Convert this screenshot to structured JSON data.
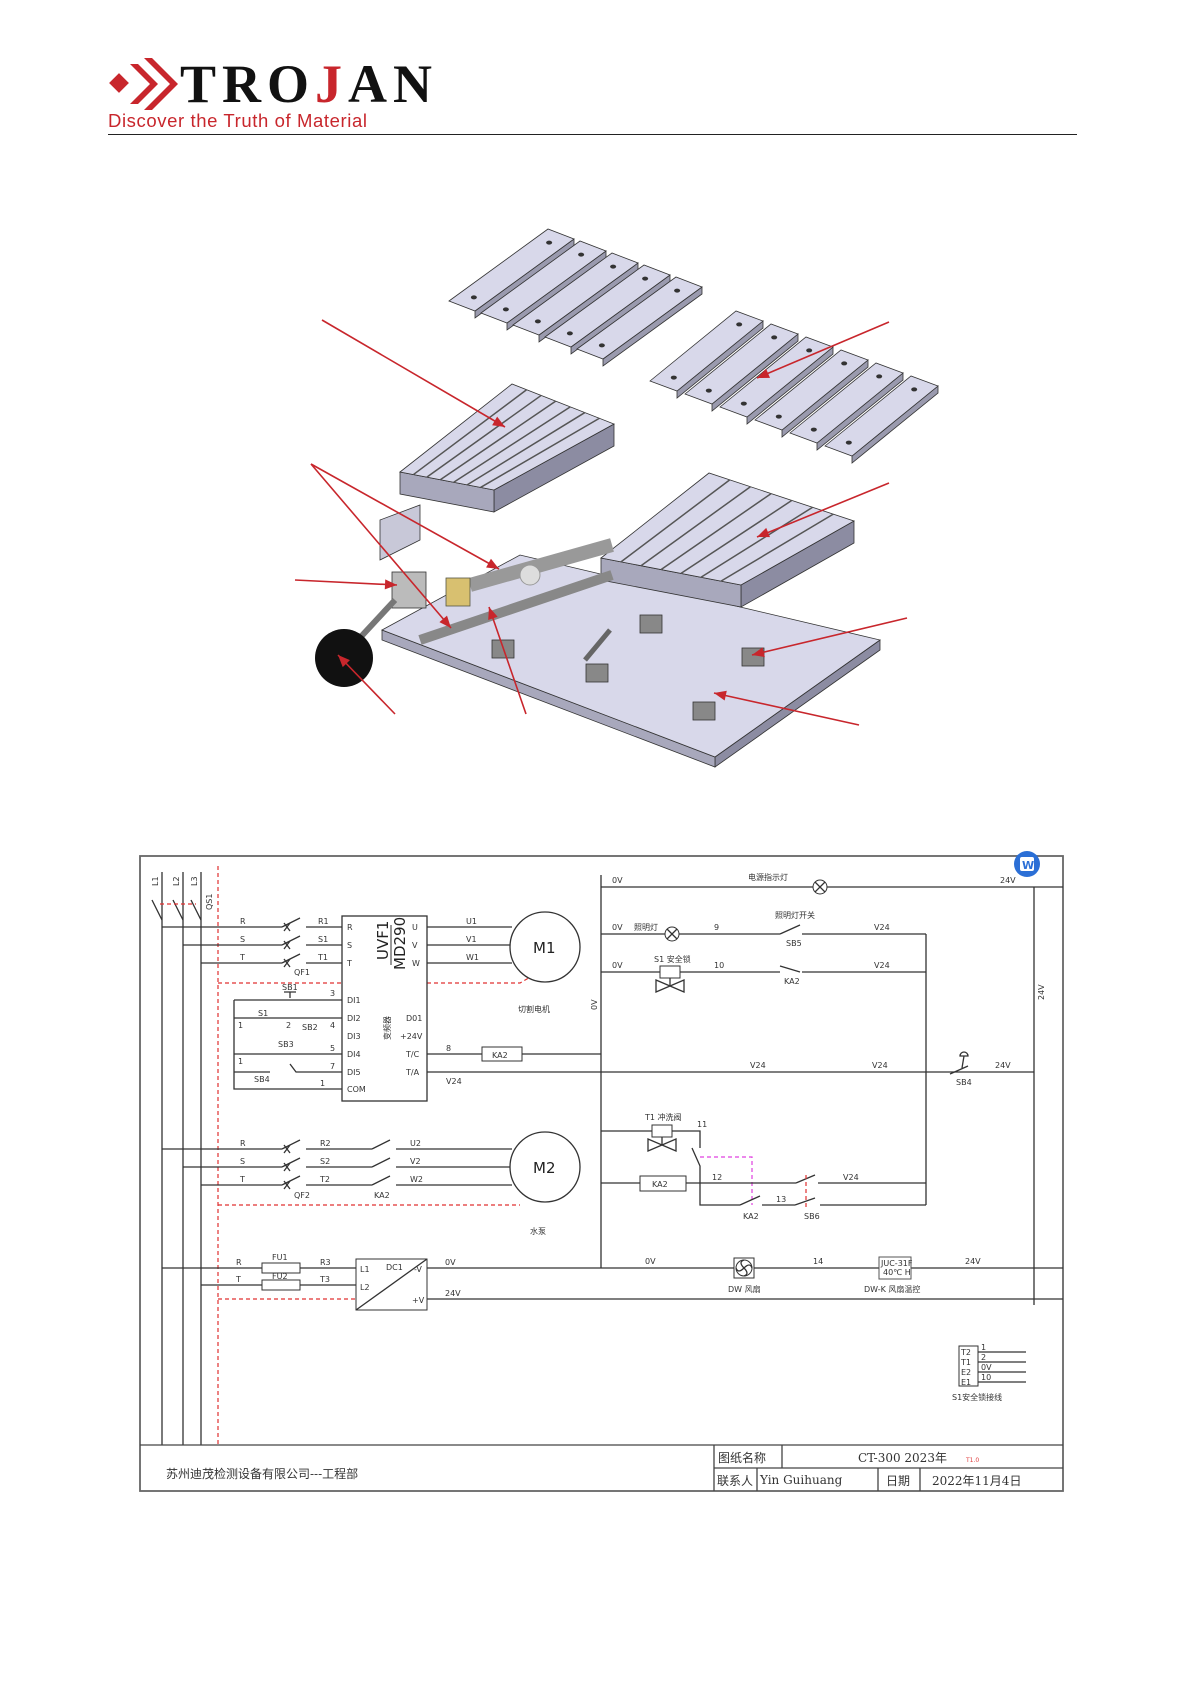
{
  "header": {
    "logo_brand": "TROJAN",
    "logo_tagline": "Discover the Truth of Material",
    "brand_color": "#c8262c"
  },
  "figure_3d": {
    "arrow_color": "#c8262c",
    "plate_color": "#d8d8ea"
  },
  "schematic": {
    "word_icon": "W",
    "labels": {
      "l1": "L1",
      "l2": "L2",
      "l3": "L3",
      "qs1": "QS1",
      "r": "R",
      "s": "S",
      "t": "T",
      "r1": "R1",
      "s1": "S1",
      "t1": "T1",
      "qf1": "QF1",
      "vfd_model_1": "UVF1",
      "vfd_model_2": "MD290",
      "vfd_name": "变频器",
      "pin_r": "R",
      "pin_s": "S",
      "pin_t": "T",
      "pin_di1": "DI1",
      "pin_di2": "DI2",
      "pin_di3": "DI3",
      "pin_di4": "DI4",
      "pin_di5": "DI5",
      "pin_com": "COM",
      "pin_u": "U",
      "pin_v": "V",
      "pin_w": "W",
      "pin_d01": "D01",
      "pin_24v": "+24V",
      "pin_tc": "T/C",
      "pin_ta": "T/A",
      "u1": "U1",
      "v1": "V1",
      "w1": "W1",
      "m1": "M1",
      "m1_name": "切割电机",
      "sb1": "SB1",
      "sw_s1": "S1",
      "sb2": "SB2",
      "sb3": "SB3",
      "sb4": "SB4",
      "n1": "1",
      "n2": "2",
      "n3": "3",
      "n4": "4",
      "n5": "5",
      "n7": "7",
      "n1b": "1",
      "n1c": "1",
      "n8": "8",
      "ka2": "KA2",
      "v24_a": "V24",
      "r2": "R2",
      "s2": "S2",
      "t2": "T2",
      "u2": "U2",
      "v2": "V2",
      "w2": "W2",
      "qf2": "QF2",
      "ka2_b": "KA2",
      "m2": "M2",
      "m2_name": "水泵",
      "fu1": "FU1",
      "fu2": "FU2",
      "r3": "R3",
      "t3": "T3",
      "dc_l1": "L1",
      "dc_l2": "L2",
      "dc1": "DC1",
      "dc_neg": "-V",
      "dc_pos": "+V",
      "ov_dc": "0V",
      "v24_dc": "24V",
      "ov_1": "0V",
      "power_lamp": "电源指示灯",
      "v24_top": "24V",
      "ov_2": "0V",
      "light_lamp": "照明灯",
      "n9": "9",
      "light_switch": "照明灯开关",
      "sb5": "SB5",
      "v24_2": "V24",
      "ov_3": "0V",
      "s1_lock": "S1  安全锁",
      "n10": "10",
      "ka2_c": "KA2",
      "v24_3": "V24",
      "bus_0v": "0V",
      "bus_24v": "24V",
      "v24_4": "V24",
      "v24_5": "V24",
      "sb4_b": "SB4",
      "v24_6": "24V",
      "t1_valve": "T1  冲洗阀",
      "n11": "11",
      "ka2_coil": "KA2",
      "n12": "12",
      "v24_7": "V24",
      "n13": "13",
      "ka2_d": "KA2",
      "sb6": "SB6",
      "ov_fan": "0V",
      "fan": "DW  风扇",
      "n14": "14",
      "juc_1": "JUC-31F",
      "juc_2": "40℃ H",
      "fan_ctrl": "DW-K  风扇温控",
      "v24_fan": "24V",
      "c_t2": "T2",
      "c_t1": "T1",
      "c_e2": "E2",
      "c_e1": "E1",
      "c_1": "1",
      "c_2": "2",
      "c_0v": "0V",
      "c_10": "10",
      "s1_wiring": "S1安全锁接线"
    },
    "title_block": {
      "company": "苏州迪茂检测设备有限公司---工程部",
      "drawing_name_label": "图纸名称",
      "drawing_name": "CT-300 2023年",
      "drawing_version": "T1.0",
      "contact_label": "联系人",
      "contact": "Yin Guihuang",
      "date_label": "日期",
      "date": "2022年11月4日"
    }
  }
}
